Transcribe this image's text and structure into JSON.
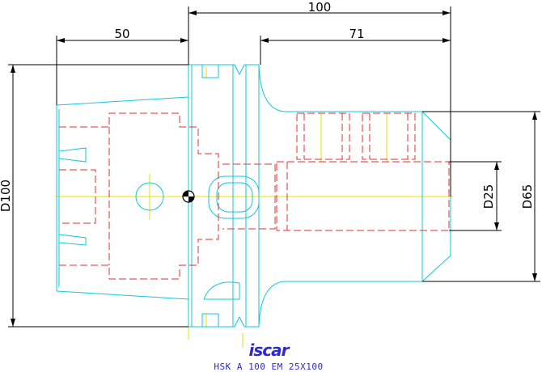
{
  "dimensions": {
    "overall_length": "100",
    "flange_length": "50",
    "shank_length": "71",
    "flange_diameter": "D100",
    "body_diameter": "D65",
    "bore_diameter": "D25"
  },
  "caption": {
    "brand": "iscar",
    "designation": "HSK A 100 EM 25X100"
  },
  "colors": {
    "outline": "#13c7d6",
    "hidden": "#e03030",
    "centerline": "#e8e000",
    "dimension": "#000000",
    "logo": "#2a2ad8"
  }
}
